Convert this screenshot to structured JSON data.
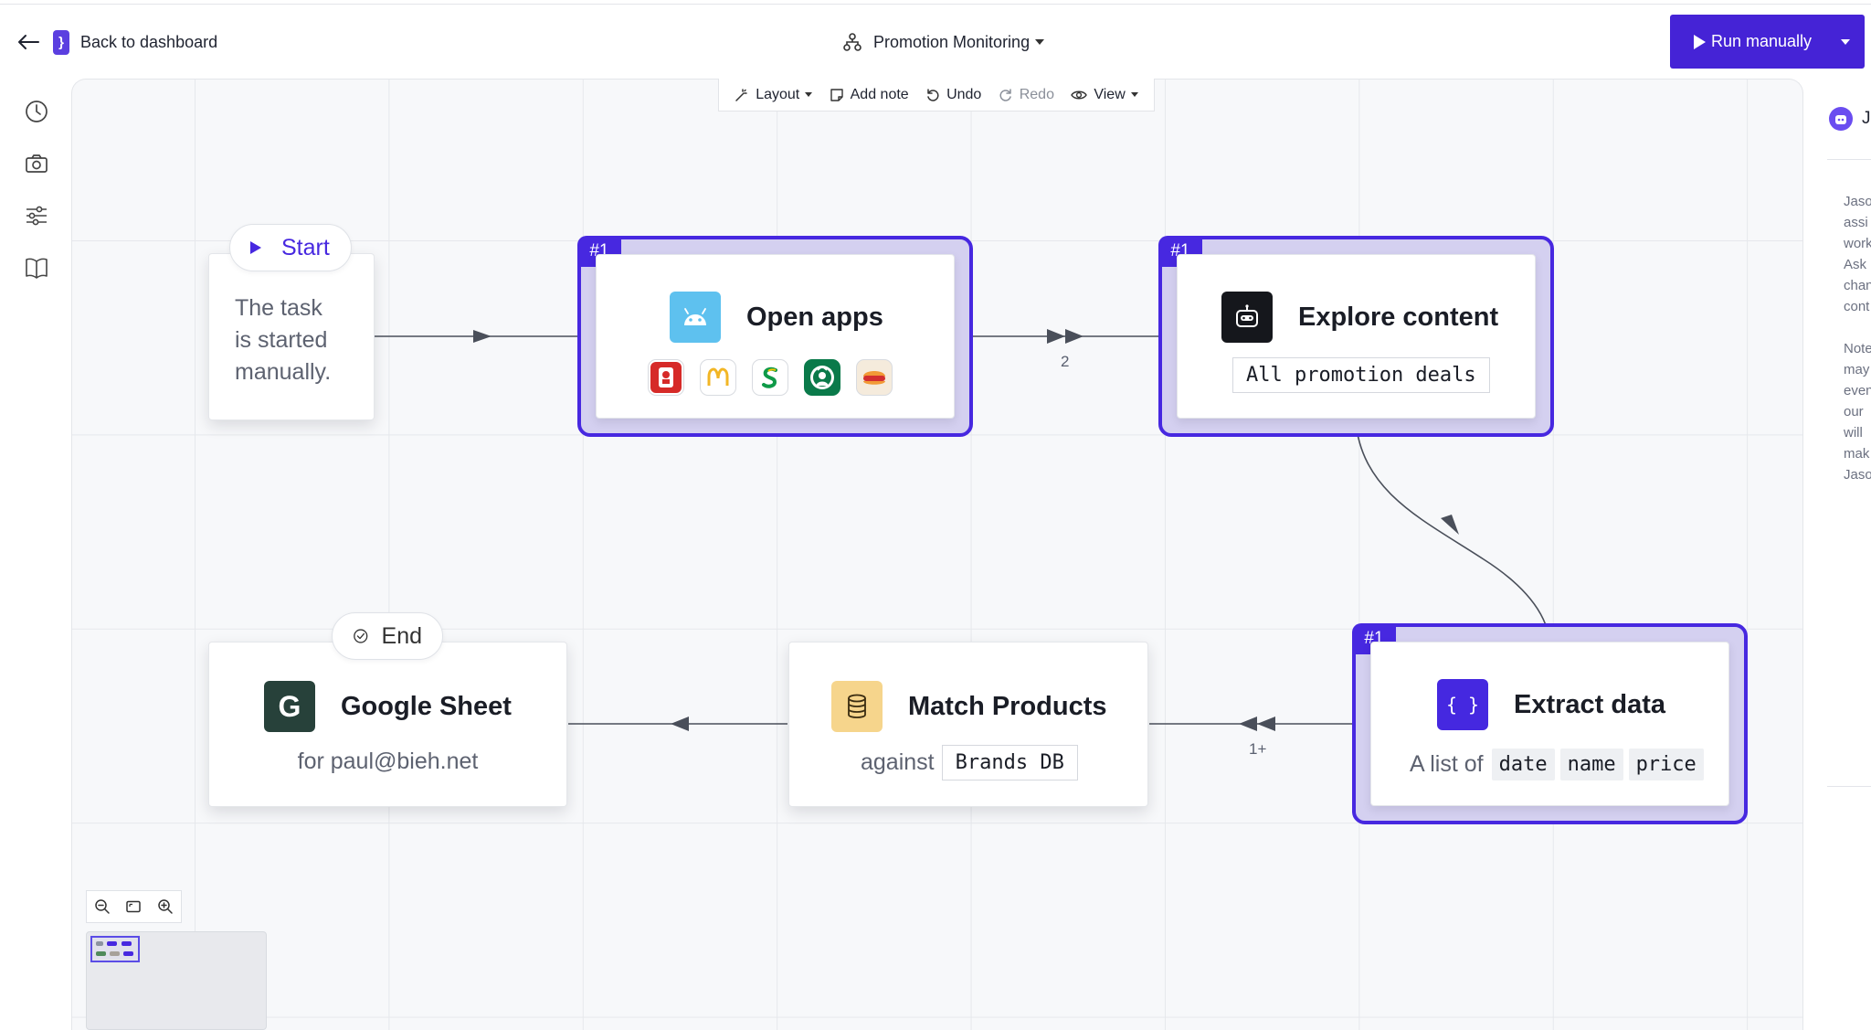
{
  "header": {
    "back_label": "Back to dashboard",
    "logo_glyph": "}",
    "workflow_title": "Promotion Monitoring",
    "run_label": "Run manually"
  },
  "rail": {
    "icons": [
      "history-icon",
      "camera-icon",
      "sliders-icon",
      "book-icon"
    ]
  },
  "toolbar": {
    "layout": "Layout",
    "add_note": "Add note",
    "undo": "Undo",
    "redo": "Redo",
    "view": "View"
  },
  "nodes": {
    "start": {
      "pill": "Start",
      "text": [
        "The task",
        "is started",
        "manually."
      ]
    },
    "open_apps": {
      "tag": "#1",
      "title": "Open apps",
      "apps": [
        "kfc",
        "mcdonalds",
        "subway",
        "starbucks",
        "burger-king"
      ]
    },
    "explore": {
      "tag": "#1",
      "title": "Explore content",
      "query": "All promotion deals"
    },
    "extract": {
      "tag": "#1",
      "title": "Extract data",
      "prefix": "A list of",
      "fields": [
        "date",
        "name",
        "price"
      ]
    },
    "match": {
      "title": "Match Products",
      "prefix": "against",
      "db": "Brands DB"
    },
    "sheet": {
      "pill": "End",
      "title": "Google Sheet",
      "subtitle": "for paul@bieh.net",
      "glyph": "G"
    }
  },
  "edges": {
    "open_to_explore_count": "2",
    "extract_to_match_count": "1+"
  },
  "right_panel": {
    "name": "Ja",
    "lines": [
      "Jaso",
      "assi",
      "work",
      "Ask",
      "chan",
      "cont",
      "",
      "Note",
      "may",
      "even",
      "our",
      "will",
      "mak",
      "Jaso"
    ]
  },
  "colors": {
    "accent": "#4728e0",
    "selection_fill": "#d4d0f0",
    "canvas_bg": "#f7f8fa"
  }
}
